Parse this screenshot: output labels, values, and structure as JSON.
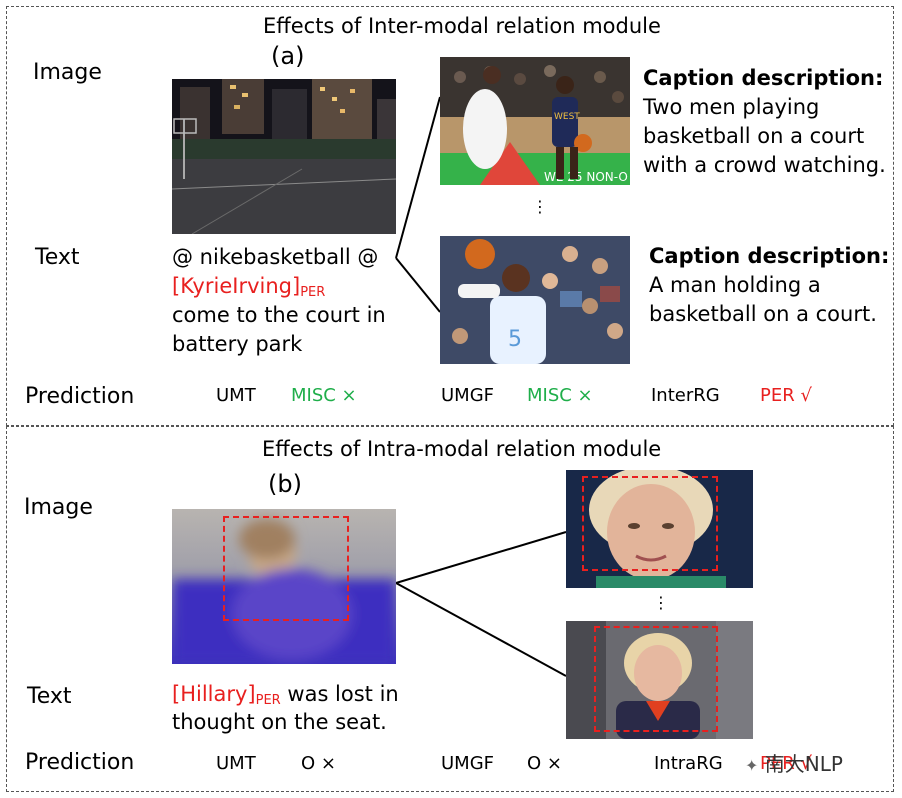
{
  "panel_a": {
    "title": "Effects of Inter-modal relation module",
    "label": "(a)",
    "row_image": "Image",
    "row_text": "Text",
    "row_prediction": "Prediction",
    "text_line1": "@ nikebasketball @",
    "entity": "[KyrieIrving]",
    "entity_tag": "PER",
    "text_line3": "come to the court in",
    "text_line4": "battery park",
    "caption1_head": "Caption description:",
    "caption1_lines": [
      "Two men playing",
      "basketball on a court",
      "with a crowd watching."
    ],
    "caption2_head": "Caption description:",
    "caption2_lines": [
      "A man holding a",
      "basketball on a court."
    ],
    "photo_jersey_text": "WEST",
    "photo_jersey_number": "5",
    "photo_banner_text": "WE 25 NON-O",
    "predictions": [
      {
        "model": "UMT",
        "result": "MISC ×"
      },
      {
        "model": "UMGF",
        "result": "MISC ×"
      },
      {
        "model": "InterRG",
        "result": "PER √"
      }
    ],
    "colors": {
      "wrong": "#1fae4a",
      "right": "#e8201f"
    }
  },
  "panel_b": {
    "title": "Effects of Intra-modal relation module",
    "label": "(b)",
    "row_image": "Image",
    "row_text": "Text",
    "row_prediction": "Prediction",
    "entity": "[Hillary]",
    "entity_tag": "PER",
    "text_after": " was lost in",
    "text_line2": "thought on the seat.",
    "predictions": [
      {
        "model": "UMT",
        "result": "O ×"
      },
      {
        "model": "UMGF",
        "result": "O ×"
      },
      {
        "model": "IntraRG",
        "result": "PER √"
      }
    ]
  },
  "watermark": "南大NLP"
}
